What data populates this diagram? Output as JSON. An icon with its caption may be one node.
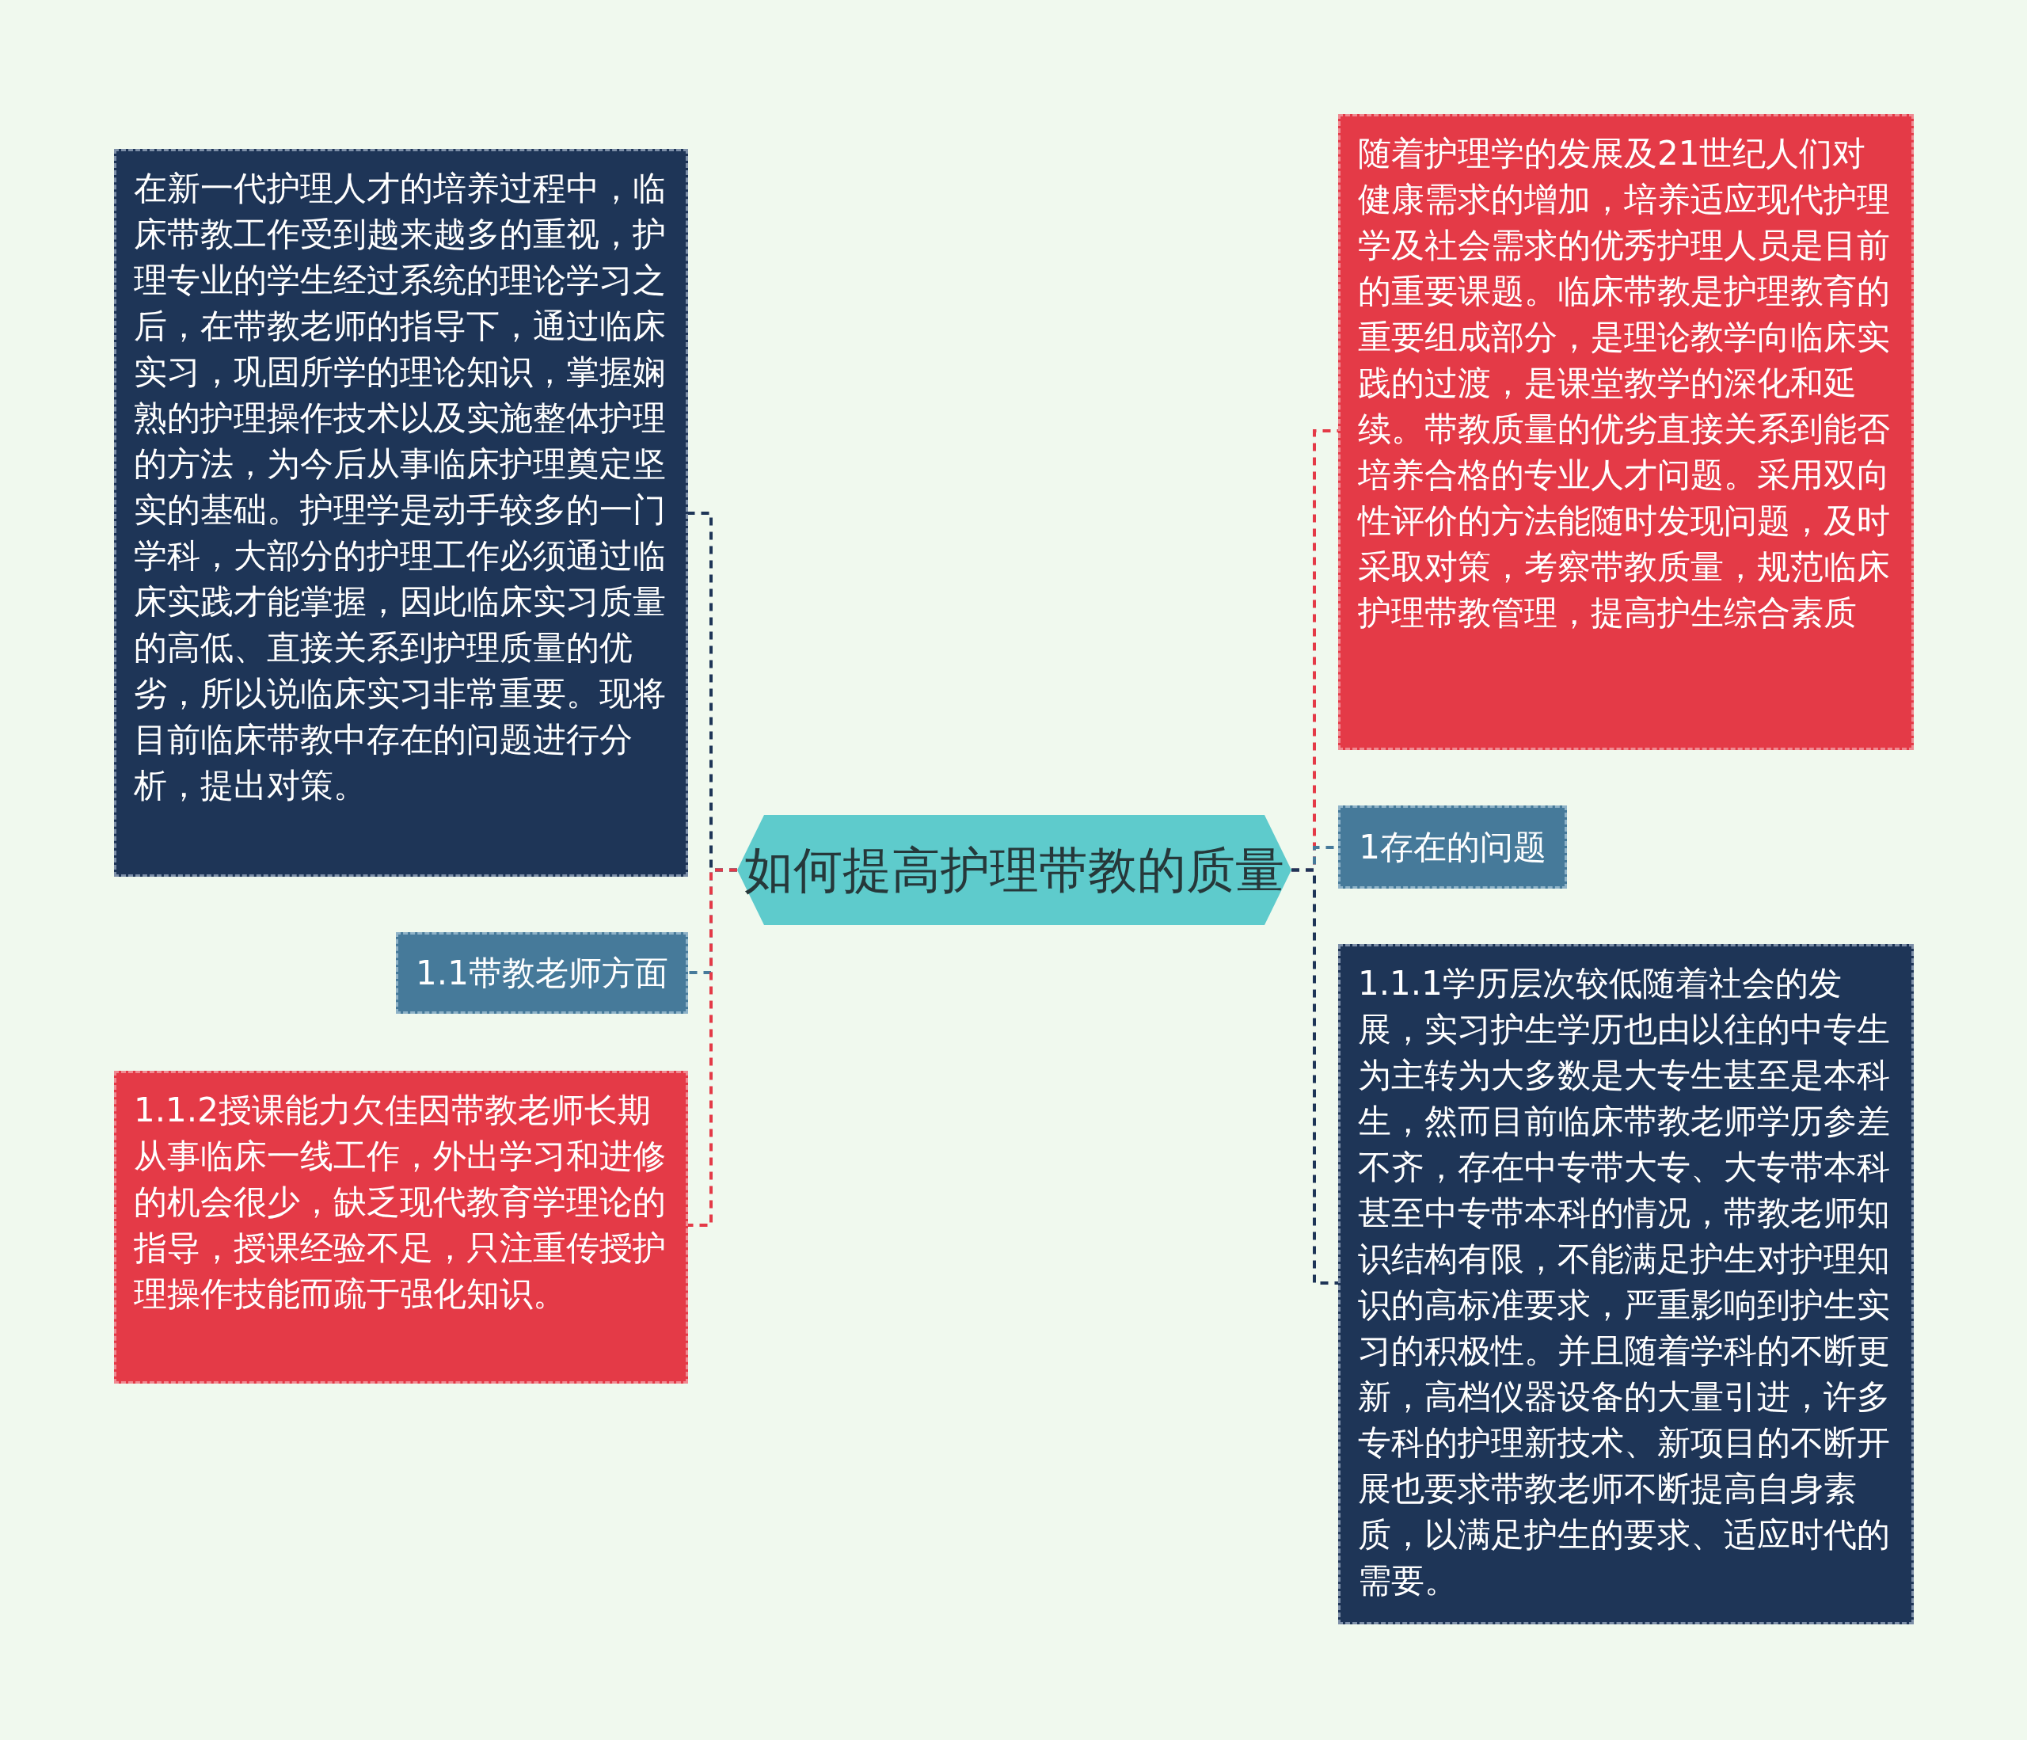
{
  "diagram": {
    "nodes": [
      {
        "text": [
          "如何提高护理带教的质量"
        ]
      },
      {
        "text": [
          "在新一代护理人才的培养过程中，临床带教工作受到越来越多的重视，护理专业的学生经过系统的理论学习之后，在带教老师的指导下，通过临床实习，巩固所学的理论知识，掌握娴熟的护理操作技术以及实施整体护理的方法，为今后从事临床护理奠定坚实的基础。护理学是动手较多的一门学科，大部分的护理工作必须通过临床实践才能掌握，因此临床实习质量的高低、直接关系到护理质量的优劣，所以说临床实习非常重要。现将目前临床带教中存在的问题进行分析，提出对策。"
        ]
      },
      {
        "text": [
          "1.1带教老师方面"
        ]
      },
      {
        "text": [
          "1.1.2授课能力欠佳因带教老师长期从事临床一线工作，外出学习和进修的机会很少，缺乏现代教育学理论的指导，授课经验不足，只注重传授护理操作技能而疏于强化知识。"
        ]
      },
      {
        "text": [
          "随着护理学的发展及21世纪人们对健康需求的增加，培养适应现代护理学及社会需求的优秀护理人员是目前的重要课题。临床带教是护理教育的重要组成部分，是理论教学向临床实践的过渡，是课堂教学的深化和延续。带教质量的优劣直接关系到能否培养合格的专业人才问题。采用双向性评价的方法能随时发现问题，及时采取对策，考察带教质量，规范临床护理带教管理，提高护生综合素质"
        ]
      },
      {
        "text": [
          "1存在的问题"
        ]
      },
      {
        "text": [
          "1.1.1学历层次较低随着社会的发展，实习护生学历也由以往的中专生为主转为大多数是大专生甚至是本科生，然而目前临床带教老师学历参差不齐，存在中专带大专、大专带本科甚至中专带本科的情况，带教老师知识结构有限，不能满足护生对护理知识的高标准要求，严重影响到护生实习的积极性。并且随着学科的不断更新，高档仪器设备的大量引进，许多专科的护理新技术、新项目的不断开展也要求带教老师不断提高自身素质，以满足护生的要求、适应时代的需要。"
        ]
      }
    ],
    "edges": [
      {
        "from": 0,
        "to": 1,
        "arrow": "none",
        "style": "dashed",
        "color": "#1e3557"
      },
      {
        "from": 0,
        "to": 2,
        "arrow": "none",
        "style": "dashed",
        "color": "#467a9a"
      },
      {
        "from": 0,
        "to": 3,
        "arrow": "none",
        "style": "dashed",
        "color": "#e43a47"
      },
      {
        "from": 0,
        "to": 4,
        "arrow": "none",
        "style": "dashed",
        "color": "#e43a47"
      },
      {
        "from": 0,
        "to": 5,
        "arrow": "none",
        "style": "dashed",
        "color": "#467a9a"
      },
      {
        "from": 0,
        "to": 6,
        "arrow": "none",
        "style": "dashed",
        "color": "#1e3557"
      }
    ]
  }
}
